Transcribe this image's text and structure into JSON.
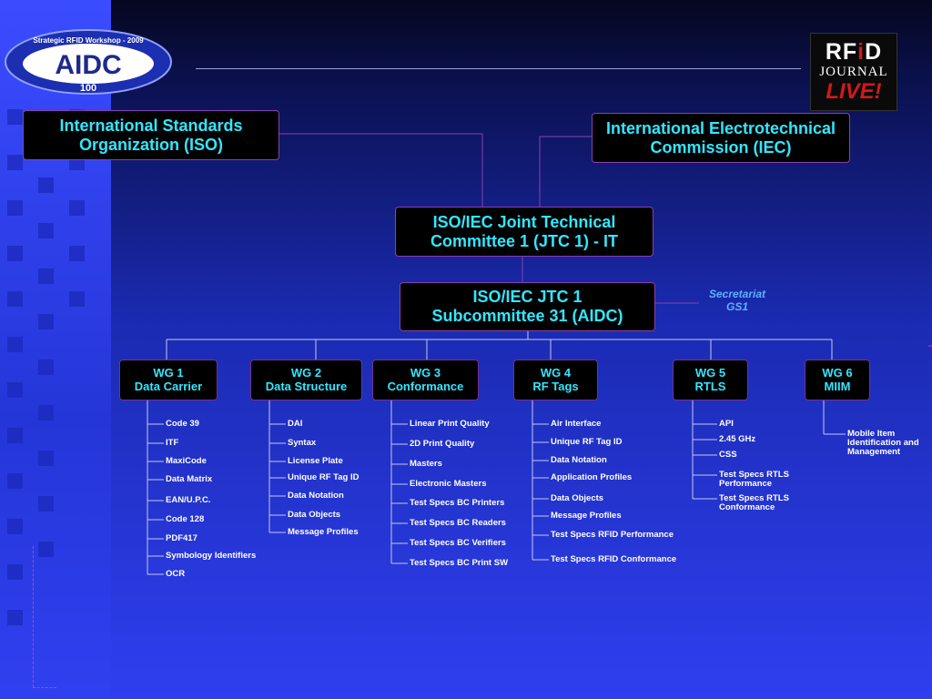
{
  "logos": {
    "aidc_ring": "Strategic RFID Workshop - 2009",
    "aidc_main": "AIDC",
    "aidc_sub": "100",
    "rfid_line1_a": "RF",
    "rfid_line1_b": "i",
    "rfid_line1_c": "D",
    "rfid_line2": "JOURNAL",
    "rfid_line3": "LIVE!"
  },
  "orgs": {
    "iso": "International Standards\nOrganization (ISO)",
    "iec": "International Electrotechnical\nCommission (IEC)",
    "jtc1": "ISO/IEC Joint Technical\nCommittee 1 (JTC 1)  - IT",
    "sc31": "ISO/IEC JTC 1\nSubcommittee 31 (AIDC)",
    "secretariat": "Secretariat\nGS1"
  },
  "workgroups": [
    {
      "label": "WG 1\nData Carrier",
      "items": [
        "Code 39",
        "ITF",
        "MaxiCode",
        "Data Matrix",
        "EAN/U.P.C.",
        "Code 128",
        "PDF417",
        "Symbology Identifiers",
        "OCR"
      ]
    },
    {
      "label": "WG 2\nData Structure",
      "items": [
        "DAI",
        "Syntax",
        "License Plate",
        "Unique RF Tag ID",
        "Data Notation",
        "Data Objects",
        "Message Profiles"
      ]
    },
    {
      "label": "WG 3\nConformance",
      "items": [
        "Linear Print Quality",
        "2D Print Quality",
        "Masters",
        "Electronic Masters",
        "Test Specs BC Printers",
        "Test Specs BC Readers",
        "Test Specs BC Verifiers",
        "Test Specs BC Print SW"
      ]
    },
    {
      "label": "WG 4\nRF Tags",
      "items": [
        "Air Interface",
        "Unique RF Tag ID",
        "Data Notation",
        "Application Profiles",
        "Data Objects",
        "Message Profiles",
        "Test Specs RFID Performance",
        "Test Specs RFID Conformance"
      ]
    },
    {
      "label": "WG 5\nRTLS",
      "items": [
        "API",
        "2.45 GHz",
        "CSS",
        "Test Specs RTLS\nPerformance",
        "Test Specs RTLS\nConformance"
      ]
    },
    {
      "label": "WG 6\nMIIM",
      "items": [
        "Mobile Item\nIdentification and\nManagement"
      ]
    }
  ],
  "colors": {
    "box_text": "#33e6ff",
    "box_border": "#8a3fb0",
    "line": "#c0c8f0"
  }
}
